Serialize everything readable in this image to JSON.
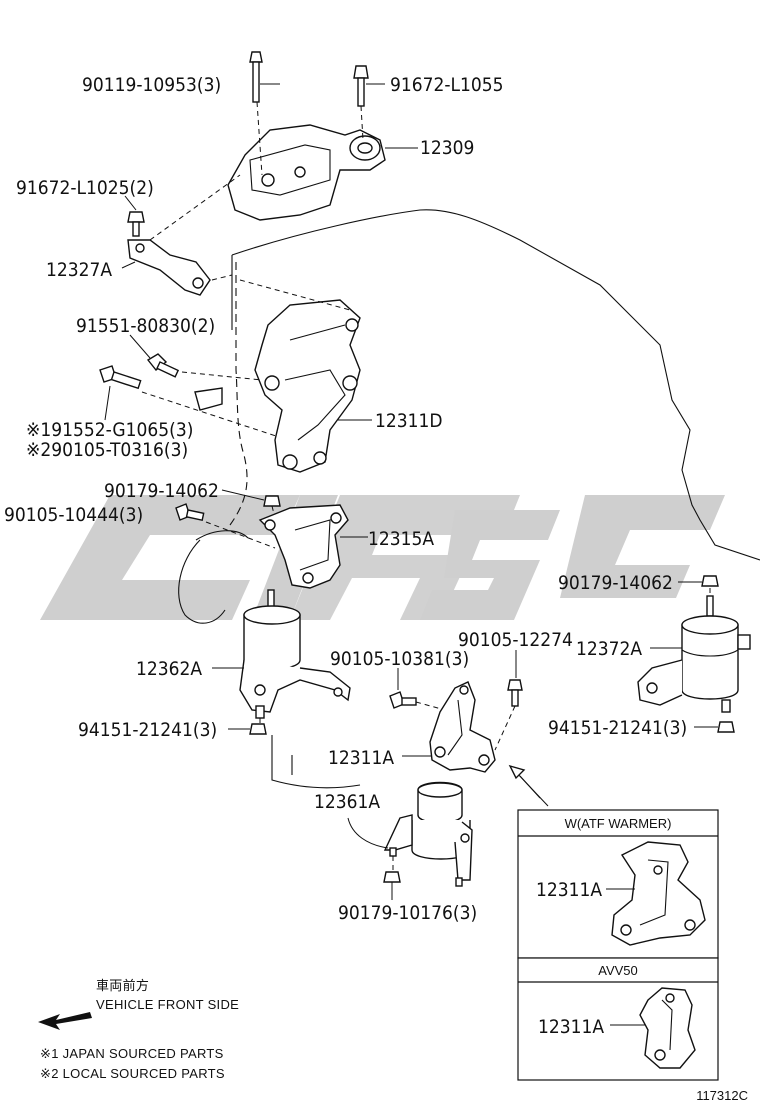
{
  "watermark": {
    "color": "#cfcfcf"
  },
  "labels": {
    "bolt_90119": "90119-10953(3)",
    "bolt_91672_1055": "91672-L1055",
    "part_12309": "12309",
    "bolt_91672_1025": "91672-L1025(2)",
    "part_12327A": "12327A",
    "bolt_91551": "91551-80830(2)",
    "bolt_91552": "※191552-G1065(3)",
    "bolt_90105_t0316": "※290105-T0316(3)",
    "part_12311D": "12311D",
    "nut_90179_14062_left": "90179-14062",
    "bolt_90105_10444": "90105-10444(3)",
    "part_12315A": "12315A",
    "part_12362A": "12362A",
    "nut_94151_left": "94151-21241(3)",
    "bolt_90105_10381": "90105-10381(3)",
    "bolt_90105_12274": "90105-12274",
    "part_12311A": "12311A",
    "part_12361A": "12361A",
    "nut_90179_10176": "90179-10176(3)",
    "nut_90179_14062_right": "90179-14062",
    "part_12372A": "12372A",
    "nut_94151_right": "94151-21241(3)"
  },
  "inset_boxes": [
    {
      "title": "W(ATF WARMER)",
      "part": "12311A"
    },
    {
      "title": "AVV50",
      "part": "12311A"
    }
  ],
  "legend": {
    "japanese": "車両前方",
    "front": "VEHICLE FRONT SIDE",
    "note1": "※1 JAPAN SOURCED PARTS",
    "note2": "※2 LOCAL SOURCED PARTS"
  },
  "figure_id": "117312C"
}
